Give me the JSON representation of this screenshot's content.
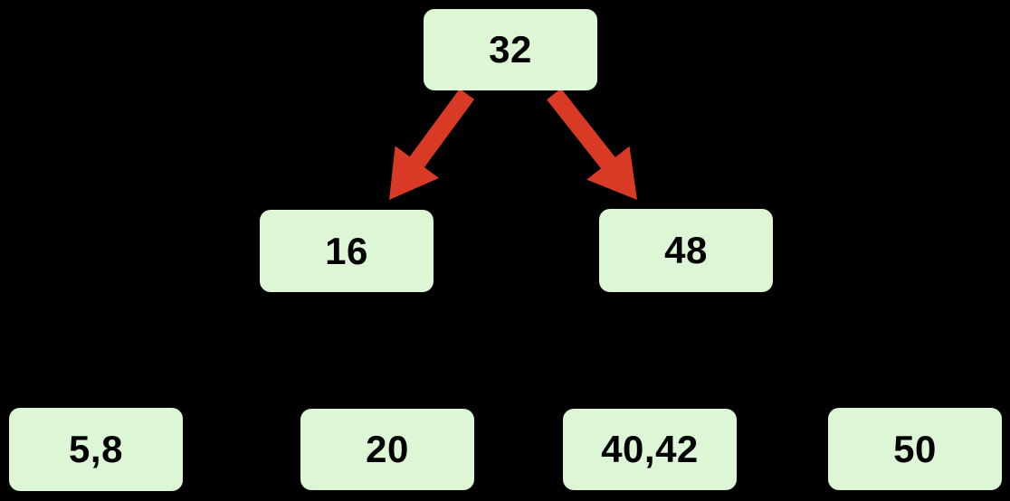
{
  "diagram": {
    "type": "tree",
    "background_color": "#000000",
    "node_fill_color": "#ddf6d5",
    "node_text_color": "#000000",
    "arrow_color": "#d83a26",
    "nodes": [
      {
        "id": "node-32",
        "label": "32",
        "level": 1
      },
      {
        "id": "node-16",
        "label": "16",
        "level": 2
      },
      {
        "id": "node-48",
        "label": "48",
        "level": 2
      },
      {
        "id": "node-5-8",
        "label": "5,8",
        "level": 3
      },
      {
        "id": "node-20",
        "label": "20",
        "level": 3
      },
      {
        "id": "node-40-42",
        "label": "40,42",
        "level": 3
      },
      {
        "id": "node-50",
        "label": "50",
        "level": 3
      }
    ],
    "edges": [
      {
        "from": "32",
        "to": "16",
        "type": "red-arrow"
      },
      {
        "from": "32",
        "to": "48",
        "type": "red-arrow"
      }
    ]
  }
}
